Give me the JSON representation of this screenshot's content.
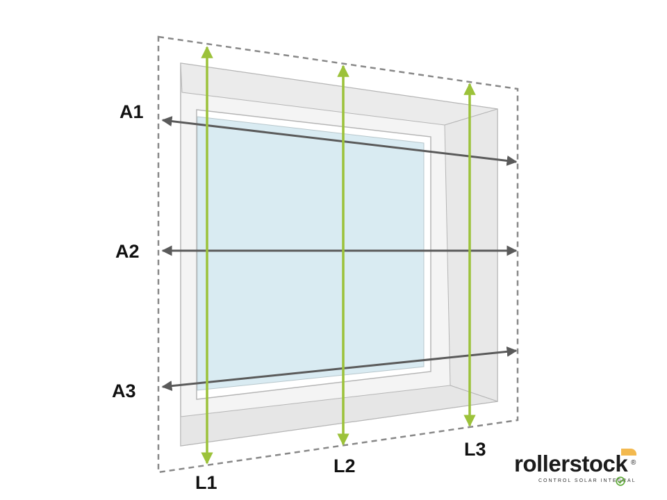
{
  "labels": {
    "a1": "A1",
    "a2": "A2",
    "a3": "A3",
    "l1": "L1",
    "l2": "L2",
    "l3": "L3"
  },
  "logo": {
    "brand": "rollerstock",
    "registered": "®",
    "tagline": "CONTROL SOLAR INTEGRAL"
  },
  "colors": {
    "height_arrows": "#9cc23a",
    "width_arrows": "#5a5a5a",
    "glass": "#d9ebf2",
    "frame_outline": "#b5b5b5",
    "logo_accent": "#f3b94f",
    "logo_check": "#5aa832"
  }
}
